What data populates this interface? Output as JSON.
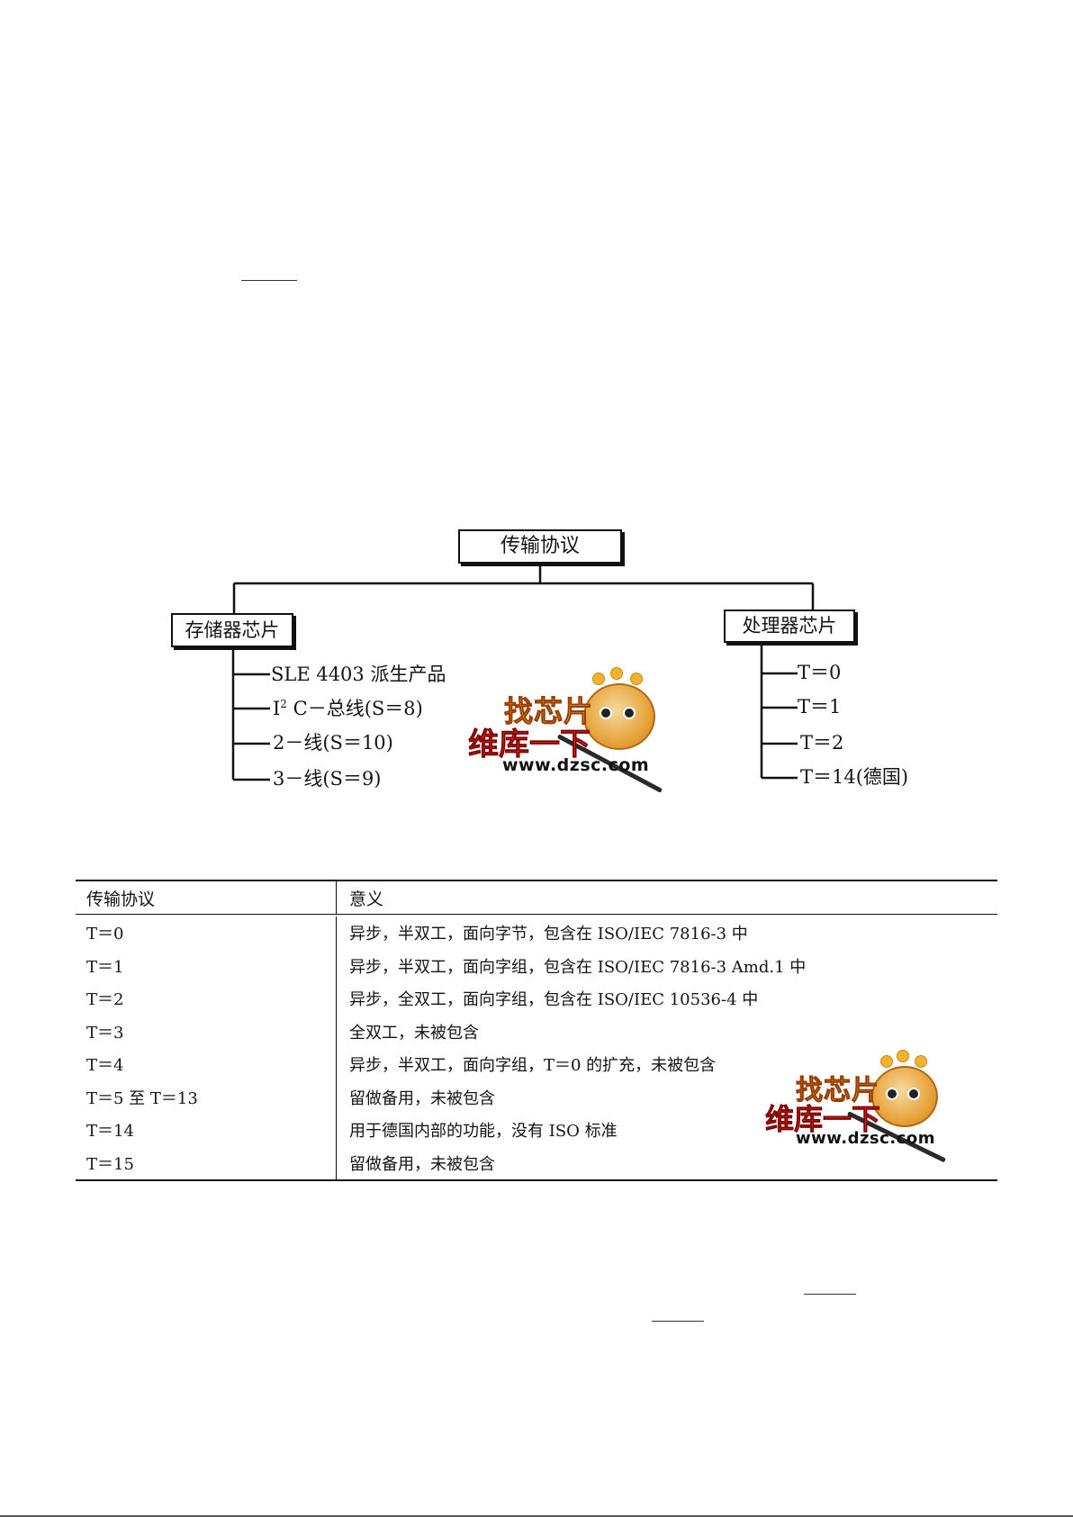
{
  "diagram": {
    "root": "传输协议",
    "left": {
      "title": "存储器芯片",
      "items": [
        "SLE 4403 派生产品",
        "C－总线(S＝8)",
        "2－线(S＝10)",
        "3－线(S＝9)"
      ],
      "i2c_prefix": "I",
      "i2c_sup": "2"
    },
    "right": {
      "title": "处理器芯片",
      "items": [
        "T＝0",
        "T＝1",
        "T＝2",
        "T＝14(德国)"
      ]
    }
  },
  "table": {
    "headers": [
      "传输协议",
      "意义"
    ],
    "rows": [
      [
        "T＝0",
        "异步，半双工，面向字节，包含在 ISO/IEC 7816-3 中"
      ],
      [
        "T＝1",
        "异步，半双工，面向字组，包含在 ISO/IEC 7816-3 Amd.1 中"
      ],
      [
        "T＝2",
        "异步，全双工，面向字组，包含在 ISO/IEC 10536-4 中"
      ],
      [
        "T＝3",
        "全双工，未被包含"
      ],
      [
        "T＝4",
        "异步，半双工，面向字组，T＝0 的扩充，未被包含"
      ],
      [
        "T＝5 至 T＝13",
        "留做备用，未被包含"
      ],
      [
        "T＝14",
        "用于德国内部的功能，没有 ISO 标准"
      ],
      [
        "T＝15",
        "留做备用，未被包含"
      ]
    ]
  },
  "watermark": {
    "top": "找芯片",
    "middle": "维库一下",
    "url": "www.dzsc.com"
  }
}
